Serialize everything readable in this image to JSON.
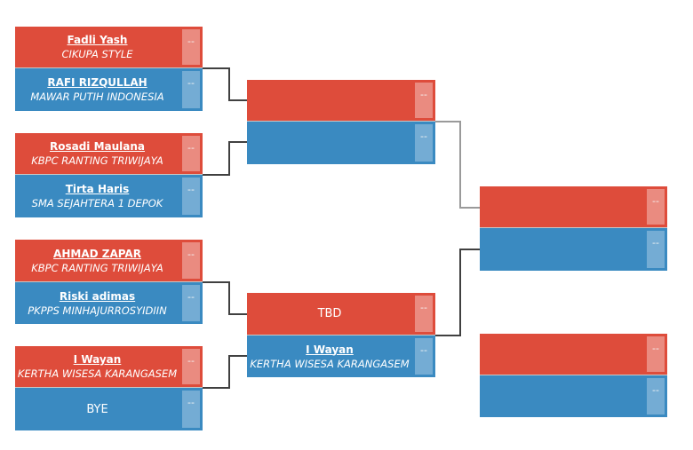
{
  "round1": [
    {
      "top": {
        "name": "Fadli Yash",
        "club": "CIKUPA STYLE",
        "score": "--"
      },
      "bottom": {
        "name": "RAFI RIZQULLAH",
        "club": "MAWAR PUTIH INDONESIA",
        "score": "--"
      }
    },
    {
      "top": {
        "name": "Rosadi Maulana",
        "club": "KBPC RANTING TRIWIJAYA",
        "score": "--"
      },
      "bottom": {
        "name": "Tirta Haris",
        "club": "SMA SEJAHTERA 1 DEPOK",
        "score": "--"
      }
    },
    {
      "top": {
        "name": "AHMAD ZAPAR",
        "club": "KBPC RANTING TRIWIJAYA",
        "score": "--"
      },
      "bottom": {
        "name": "Riski adimas",
        "club": "PKPPS MINHAJURROSYIDIIN",
        "score": "--"
      }
    },
    {
      "top": {
        "name": "I Wayan",
        "club": "KERTHA WISESA KARANGASEM",
        "score": "--"
      },
      "bottom": {
        "label": "BYE",
        "score": "--"
      }
    }
  ],
  "round2": [
    {
      "top": {
        "score": "--"
      },
      "bottom": {
        "score": "--"
      }
    },
    {
      "top": {
        "label": "TBD",
        "score": "--"
      },
      "bottom": {
        "name": "I Wayan",
        "club": "KERTHA WISESA KARANGASEM",
        "score": "--"
      }
    }
  ],
  "final": {
    "top": {
      "score": "--"
    },
    "bottom": {
      "score": "--"
    }
  },
  "third_place": {
    "top": {
      "score": "--"
    },
    "bottom": {
      "score": "--"
    }
  }
}
